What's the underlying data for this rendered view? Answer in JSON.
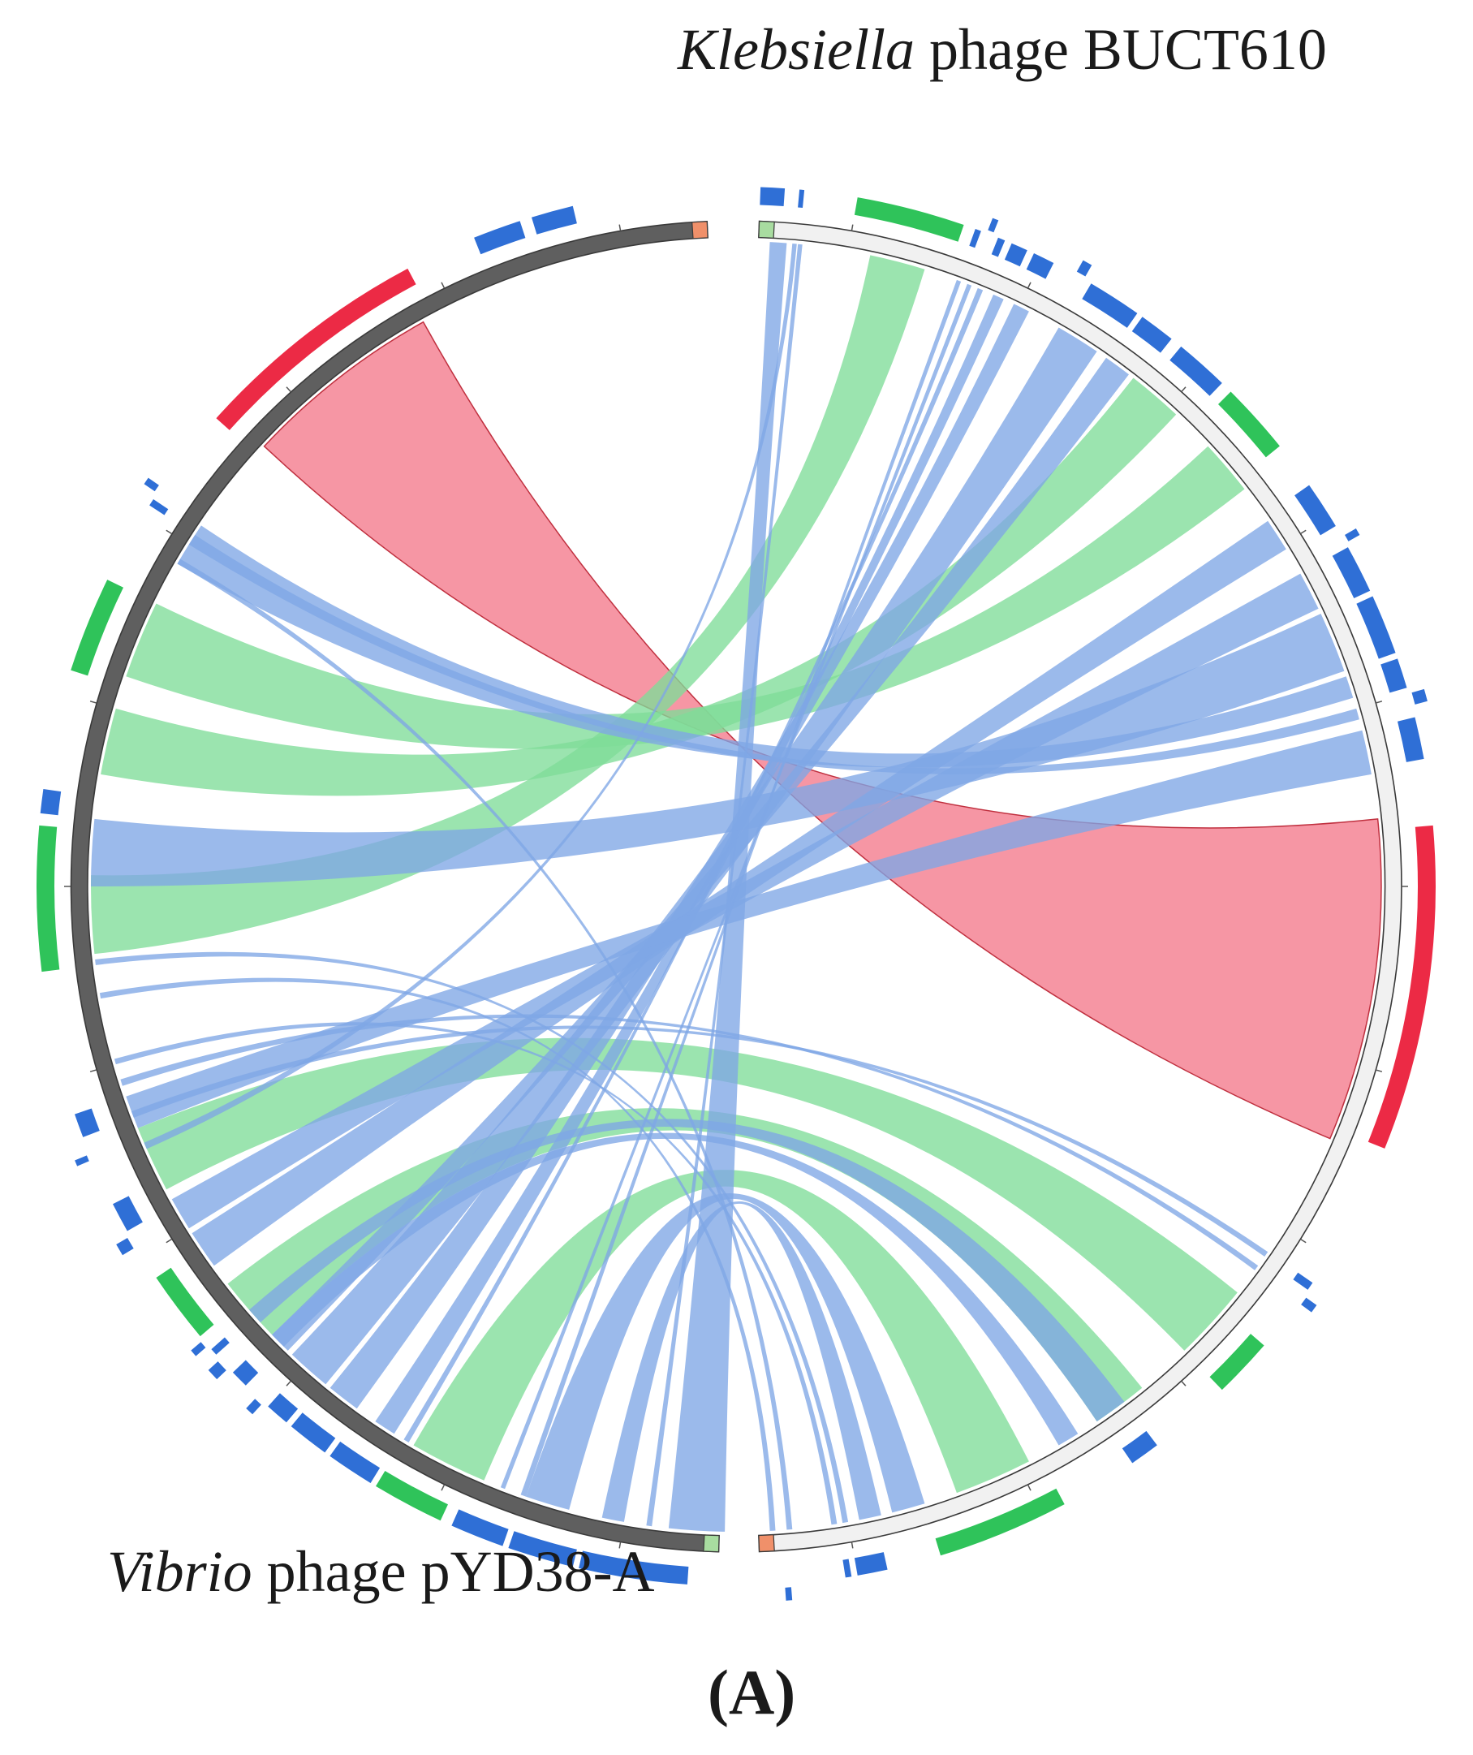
{
  "figure": {
    "panel_label": "(A)",
    "genome_top": {
      "italic": "Klebsiella",
      "rest": " phage BUCT610"
    },
    "genome_bottom": {
      "italic": "Vibrio",
      "rest": " phage pYD38-A"
    }
  },
  "colors": {
    "left_ring": "#5f5f5f",
    "right_ring": "#f1f1f1",
    "ring_stroke": "#3a3a3a",
    "blue_gene": "#2f6fd6",
    "green_gene": "#2fc35a",
    "red_gene": "#ec2a45",
    "blue_link": "#7fa6e6",
    "green_link": "#7fdc98",
    "red_link": "#f3788a"
  },
  "diagram": {
    "genes": [
      {
        "track": "R",
        "a0": 2,
        "a1": 4,
        "color": "blue"
      },
      {
        "track": "R",
        "a0": 5.2,
        "a1": 5.6,
        "color": "blue"
      },
      {
        "track": "R",
        "a0": 10,
        "a1": 19,
        "color": "green"
      },
      {
        "track": "R",
        "a0": 20,
        "a1": 20.5,
        "color": "blue"
      },
      {
        "track": "R",
        "a0": 21,
        "a1": 21.5,
        "color": "blue"
      },
      {
        "track": "R",
        "a0": 22,
        "a1": 22.6,
        "color": "blue"
      },
      {
        "track": "R",
        "a0": 23.2,
        "a1": 24.6,
        "color": "blue"
      },
      {
        "track": "R",
        "a0": 25.2,
        "a1": 27,
        "color": "blue"
      },
      {
        "track": "R",
        "a0": 29,
        "a1": 29.8,
        "color": "blue"
      },
      {
        "track": "R",
        "a0": 30.5,
        "a1": 35,
        "color": "blue"
      },
      {
        "track": "R",
        "a0": 35.5,
        "a1": 38.5,
        "color": "blue"
      },
      {
        "track": "R",
        "a0": 39.5,
        "a1": 44,
        "color": "blue"
      },
      {
        "track": "R",
        "a0": 45,
        "a1": 51,
        "color": "green"
      },
      {
        "track": "R",
        "a0": 55,
        "a1": 59,
        "color": "blue"
      },
      {
        "track": "R",
        "a0": 60,
        "a1": 60.6,
        "color": "blue"
      },
      {
        "track": "R",
        "a0": 61,
        "a1": 65,
        "color": "blue"
      },
      {
        "track": "R",
        "a0": 65.5,
        "a1": 70.5,
        "color": "blue"
      },
      {
        "track": "R",
        "a0": 71,
        "a1": 73.5,
        "color": "blue"
      },
      {
        "track": "R",
        "a0": 74,
        "a1": 75,
        "color": "blue"
      },
      {
        "track": "R",
        "a0": 76,
        "a1": 79.5,
        "color": "blue"
      },
      {
        "track": "R",
        "a0": 85,
        "a1": 112,
        "color": "red"
      },
      {
        "track": "R",
        "a0": 124.5,
        "a1": 125.2,
        "color": "blue"
      },
      {
        "track": "R",
        "a0": 125.8,
        "a1": 126.5,
        "color": "blue"
      },
      {
        "track": "R",
        "a0": 131,
        "a1": 136,
        "color": "green"
      },
      {
        "track": "R",
        "a0": 143,
        "a1": 145.5,
        "color": "blue"
      },
      {
        "track": "R",
        "a0": 152,
        "a1": 163,
        "color": "green"
      },
      {
        "track": "R",
        "a0": 167.5,
        "a1": 170,
        "color": "blue"
      },
      {
        "track": "R",
        "a0": 170.5,
        "a1": 171,
        "color": "blue"
      },
      {
        "track": "R",
        "a0": 175.5,
        "a1": 176,
        "color": "blue"
      },
      {
        "track": "L",
        "a0": 184,
        "a1": 193,
        "color": "blue"
      },
      {
        "track": "L",
        "a0": 193.5,
        "a1": 199,
        "color": "blue"
      },
      {
        "track": "L",
        "a0": 199.5,
        "a1": 204,
        "color": "blue"
      },
      {
        "track": "L",
        "a0": 205,
        "a1": 211,
        "color": "green"
      },
      {
        "track": "L",
        "a0": 211.5,
        "a1": 215.5,
        "color": "blue"
      },
      {
        "track": "L",
        "a0": 216,
        "a1": 219.5,
        "color": "blue"
      },
      {
        "track": "L",
        "a0": 220,
        "a1": 222,
        "color": "blue"
      },
      {
        "track": "L",
        "a0": 222.5,
        "a1": 223.2,
        "color": "blue"
      },
      {
        "track": "L",
        "a0": 224.5,
        "a1": 226,
        "color": "blue"
      },
      {
        "track": "L",
        "a0": 226.5,
        "a1": 227.5,
        "color": "blue"
      },
      {
        "track": "L",
        "a0": 228,
        "a1": 228.6,
        "color": "blue"
      },
      {
        "track": "L",
        "a0": 229,
        "a1": 229.6,
        "color": "blue"
      },
      {
        "track": "L",
        "a0": 230,
        "a1": 236,
        "color": "green"
      },
      {
        "track": "L",
        "a0": 239,
        "a1": 240,
        "color": "blue"
      },
      {
        "track": "L",
        "a0": 240.5,
        "a1": 243,
        "color": "blue"
      },
      {
        "track": "L",
        "a0": 247,
        "a1": 247.5,
        "color": "blue"
      },
      {
        "track": "L",
        "a0": 249,
        "a1": 251,
        "color": "blue"
      },
      {
        "track": "L",
        "a0": 263,
        "a1": 275,
        "color": "green"
      },
      {
        "track": "L",
        "a0": 276,
        "a1": 278,
        "color": "blue"
      },
      {
        "track": "L",
        "a0": 288,
        "a1": 296,
        "color": "green"
      },
      {
        "track": "L",
        "a0": 303,
        "a1": 303.6,
        "color": "blue"
      },
      {
        "track": "L",
        "a0": 304.2,
        "a1": 304.8,
        "color": "blue"
      },
      {
        "track": "L",
        "a0": 312,
        "a1": 332,
        "color": "red"
      },
      {
        "track": "L",
        "a0": 338,
        "a1": 342,
        "color": "blue"
      },
      {
        "track": "L",
        "a0": 343,
        "a1": 346.5,
        "color": "blue"
      }
    ],
    "links": [
      {
        "a0": 113,
        "a1": 84,
        "b0": 313,
        "b1": 331,
        "color": "red"
      },
      {
        "a0": 12,
        "a1": 17,
        "b0": 264,
        "b1": 271,
        "color": "green"
      },
      {
        "a0": 38,
        "a1": 43,
        "b0": 280,
        "b1": 286,
        "color": "green"
      },
      {
        "a0": 47,
        "a1": 52,
        "b0": 289,
        "b1": 296,
        "color": "green"
      },
      {
        "a0": 129,
        "a1": 136,
        "b0": 242,
        "b1": 248,
        "color": "green"
      },
      {
        "a0": 141,
        "a1": 146,
        "b0": 226,
        "b1": 232,
        "color": "green"
      },
      {
        "a0": 153,
        "a1": 160,
        "b0": 203,
        "b1": 210,
        "color": "green"
      },
      {
        "a0": 3,
        "a1": 4.5,
        "b0": 181,
        "b1": 186,
        "color": "blue"
      },
      {
        "a0": 5.5,
        "a1": 5.9,
        "b0": 187.5,
        "b1": 188,
        "color": "blue"
      },
      {
        "a0": 20,
        "a1": 20.4,
        "b0": 199,
        "b1": 199.5,
        "color": "blue"
      },
      {
        "a0": 21,
        "a1": 21.4,
        "b0": 201,
        "b1": 201.4,
        "color": "blue"
      },
      {
        "a0": 22,
        "a1": 22.5,
        "b0": 210.5,
        "b1": 211,
        "color": "blue"
      },
      {
        "a0": 23.5,
        "a1": 24.5,
        "b0": 212,
        "b1": 214,
        "color": "blue"
      },
      {
        "a0": 25.5,
        "a1": 27,
        "b0": 216,
        "b1": 219,
        "color": "blue"
      },
      {
        "a0": 30,
        "a1": 34,
        "b0": 219.5,
        "b1": 223.5,
        "color": "blue"
      },
      {
        "a0": 35,
        "a1": 37.5,
        "b0": 224,
        "b1": 226,
        "color": "blue"
      },
      {
        "a0": 55.5,
        "a1": 58.5,
        "b0": 234,
        "b1": 237.5,
        "color": "blue"
      },
      {
        "a0": 61,
        "a1": 64.5,
        "b0": 238,
        "b1": 241,
        "color": "blue"
      },
      {
        "a0": 65,
        "a1": 70.5,
        "b0": 270,
        "b1": 276,
        "color": "blue"
      },
      {
        "a0": 71,
        "a1": 73,
        "b0": 300,
        "b1": 304,
        "color": "blue"
      },
      {
        "a0": 74,
        "a1": 75,
        "b0": 302,
        "b1": 303,
        "color": "blue"
      },
      {
        "a0": 76,
        "a1": 80,
        "b0": 248,
        "b1": 251,
        "color": "blue"
      },
      {
        "a0": 124.5,
        "a1": 125,
        "b0": 249,
        "b1": 249.6,
        "color": "blue"
      },
      {
        "a0": 126,
        "a1": 126.5,
        "b0": 252,
        "b1": 252.6,
        "color": "blue"
      },
      {
        "a0": 143,
        "a1": 146,
        "b0": 227.5,
        "b1": 229,
        "color": "blue"
      },
      {
        "a0": 148,
        "a1": 150,
        "b0": 224.5,
        "b1": 226,
        "color": "blue"
      },
      {
        "a0": 163,
        "a1": 166,
        "b0": 195,
        "b1": 199,
        "color": "blue"
      },
      {
        "a0": 167,
        "a1": 169,
        "b0": 190,
        "b1": 192,
        "color": "blue"
      },
      {
        "a0": 170,
        "a1": 170.5,
        "b0": 263,
        "b1": 263.5,
        "color": "blue"
      },
      {
        "a0": 171,
        "a1": 171.5,
        "b0": 254,
        "b1": 254.5,
        "color": "blue"
      },
      {
        "a0": 175,
        "a1": 175.5,
        "b0": 300,
        "b1": 300.5,
        "color": "blue"
      },
      {
        "a0": 5,
        "a1": 5.4,
        "b0": 246,
        "b1": 246.6,
        "color": "blue"
      },
      {
        "a0": 176.5,
        "a1": 177,
        "b0": 260,
        "b1": 260.5,
        "color": "blue"
      }
    ]
  }
}
